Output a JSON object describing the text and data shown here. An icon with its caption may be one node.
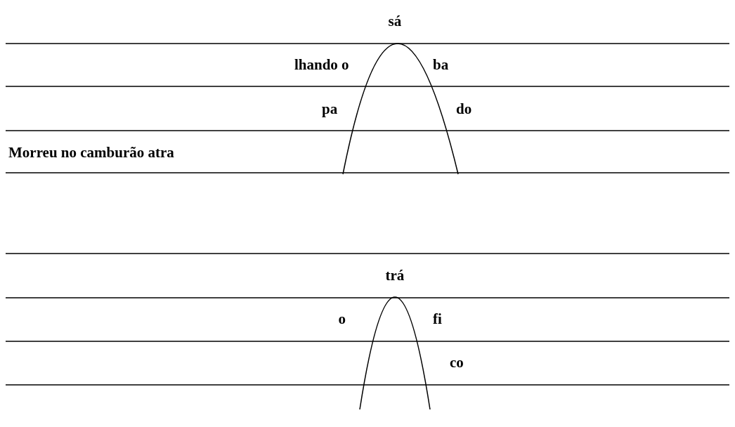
{
  "diagram": {
    "labels": [
      "sá",
      "lhando o",
      "ba",
      "pa",
      "do",
      "Morreu no camburão atra",
      "trá",
      "o",
      "fi",
      "co"
    ]
  }
}
